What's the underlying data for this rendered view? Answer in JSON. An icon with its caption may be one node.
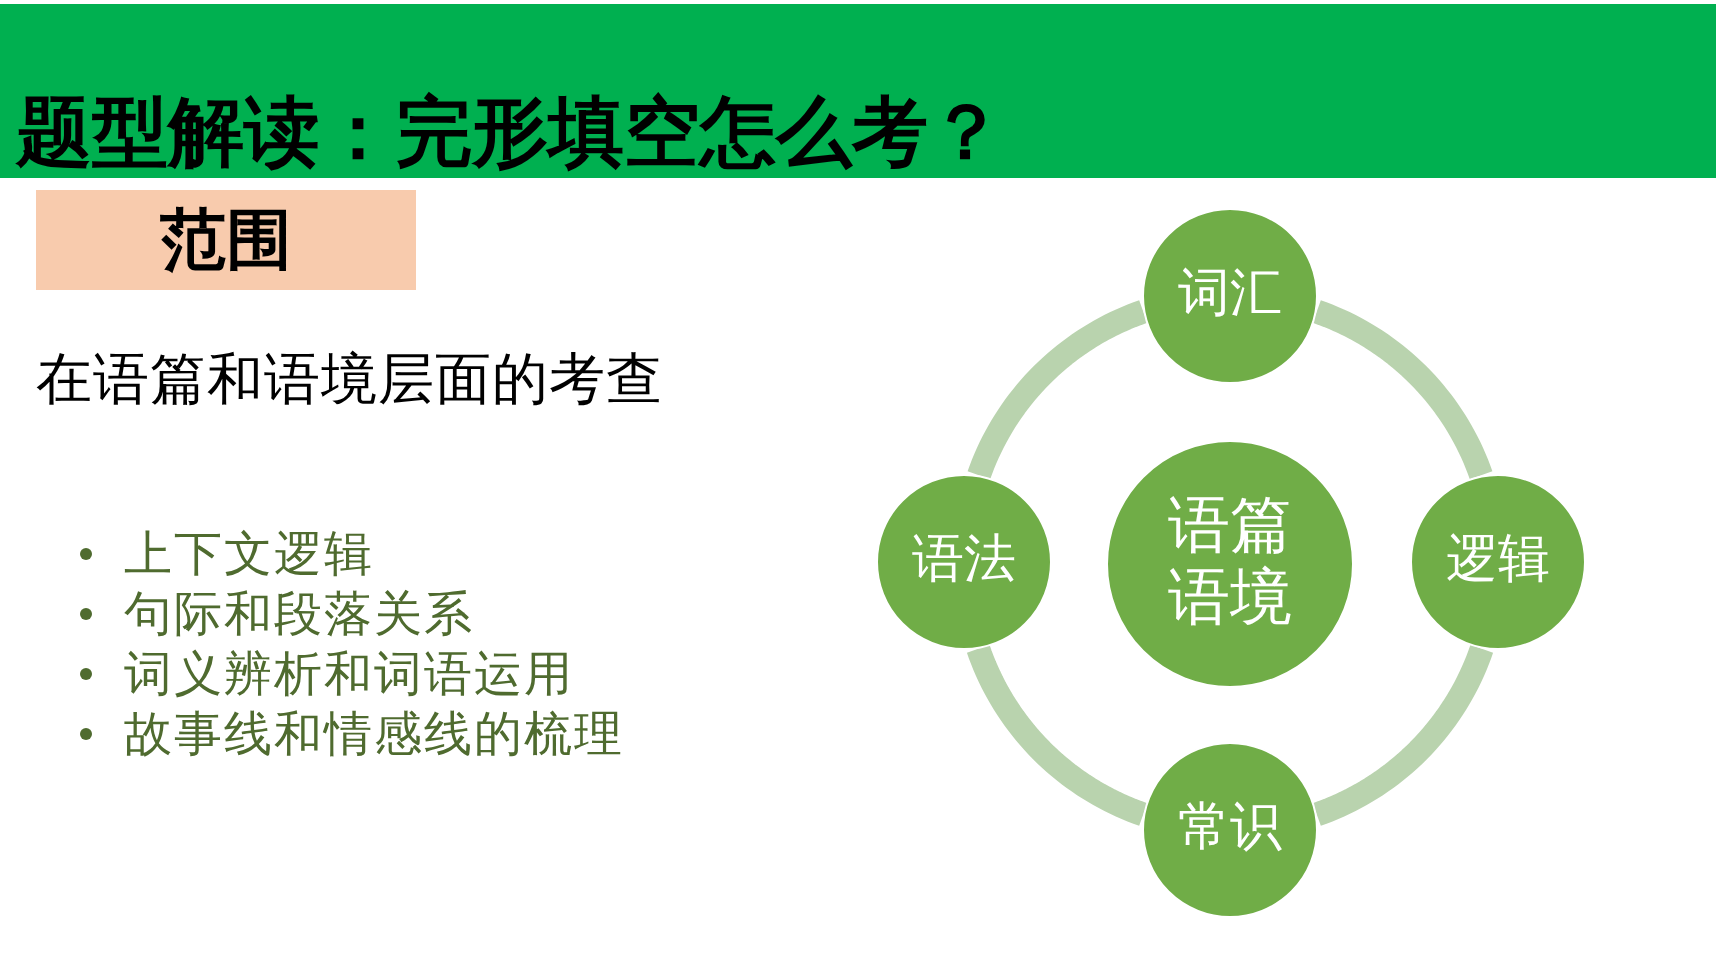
{
  "diagram": {
    "title": "题型解读：完形填空怎么考？",
    "nodes": [
      {
        "text": [
          "范围"
        ]
      },
      {
        "text": [
          "词汇"
        ]
      },
      {
        "text": [
          "语法"
        ]
      },
      {
        "text": [
          "语篇语境"
        ]
      },
      {
        "text": [
          "逻辑"
        ]
      },
      {
        "text": [
          "常识"
        ]
      }
    ],
    "edges": [
      {
        "from": 1,
        "to": 4,
        "arrow": "none"
      },
      {
        "from": 4,
        "to": 5,
        "arrow": "none"
      },
      {
        "from": 5,
        "to": 2,
        "arrow": "none"
      },
      {
        "from": 2,
        "to": 1,
        "arrow": "none"
      }
    ],
    "labels": [
      "在语篇和语境层面的考查",
      "上下文逻辑",
      "句际和段落关系",
      "词义辨析和词语运用",
      "故事线和情感线的梳理"
    ]
  }
}
